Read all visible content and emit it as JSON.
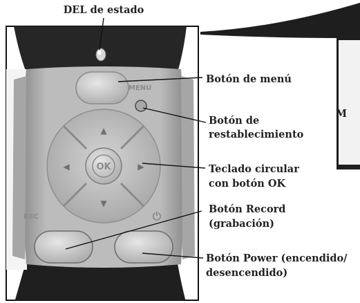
{
  "figure": {
    "labels": {
      "status_led": "DEL de estado",
      "menu_button": "Botón de menú",
      "reset_button_1": "Botón de",
      "reset_button_2": "restablecimiento",
      "keypad_1": "Teclado circular",
      "keypad_2": "con botón OK",
      "record_1": "Botón Record",
      "record_2": "(grabación)",
      "power_1": "Botón Power (encendido/",
      "power_2": "desencendido)",
      "cropped_letter": "M"
    },
    "device_text": {
      "menu": "MENU",
      "ok": "OK",
      "rec": "REC",
      "power_symbol": "⏻",
      "arrow_up": "▲",
      "arrow_down": "▼",
      "arrow_left": "◀",
      "arrow_right": "▶"
    },
    "colors": {
      "strap": "#262626",
      "body": "#b9b9b9",
      "button": "#cfcfcf",
      "line": "#111111"
    }
  }
}
